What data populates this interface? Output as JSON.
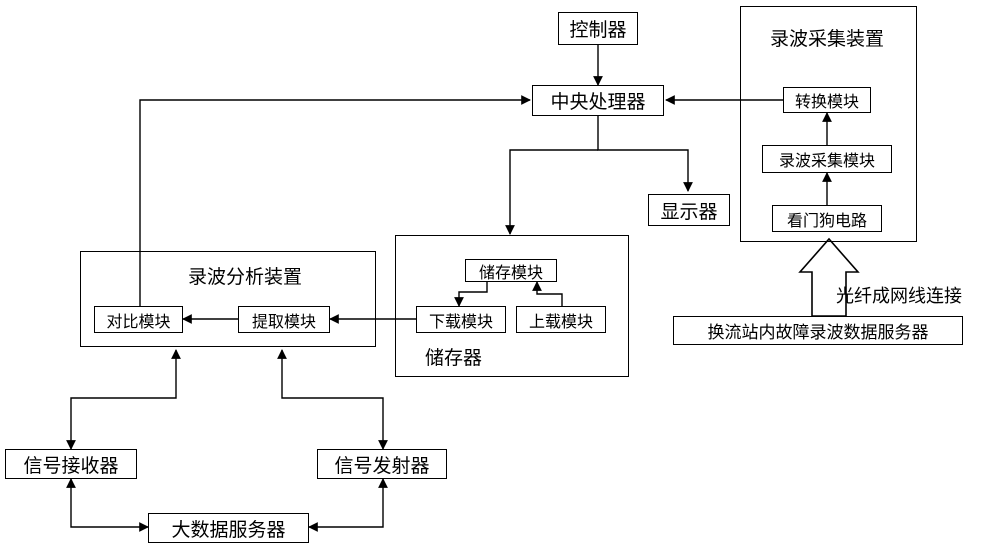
{
  "controller": "控制器",
  "cpu": "中央处理器",
  "display": "显示器",
  "acquisition": {
    "title": "录波采集装置",
    "convert": "转换模块",
    "collect": "录波采集模块",
    "watchdog": "看门狗电路"
  },
  "storage": {
    "title": "储存器",
    "store": "储存模块",
    "download": "下载模块",
    "upload": "上载模块"
  },
  "analysis": {
    "title": "录波分析装置",
    "compare": "对比模块",
    "extract": "提取模块"
  },
  "fiber_label": "光纤成网线连接",
  "station_server": "换流站内故障录波数据服务器",
  "receiver": "信号接收器",
  "transmitter": "信号发射器",
  "bigdata": "大数据服务器"
}
